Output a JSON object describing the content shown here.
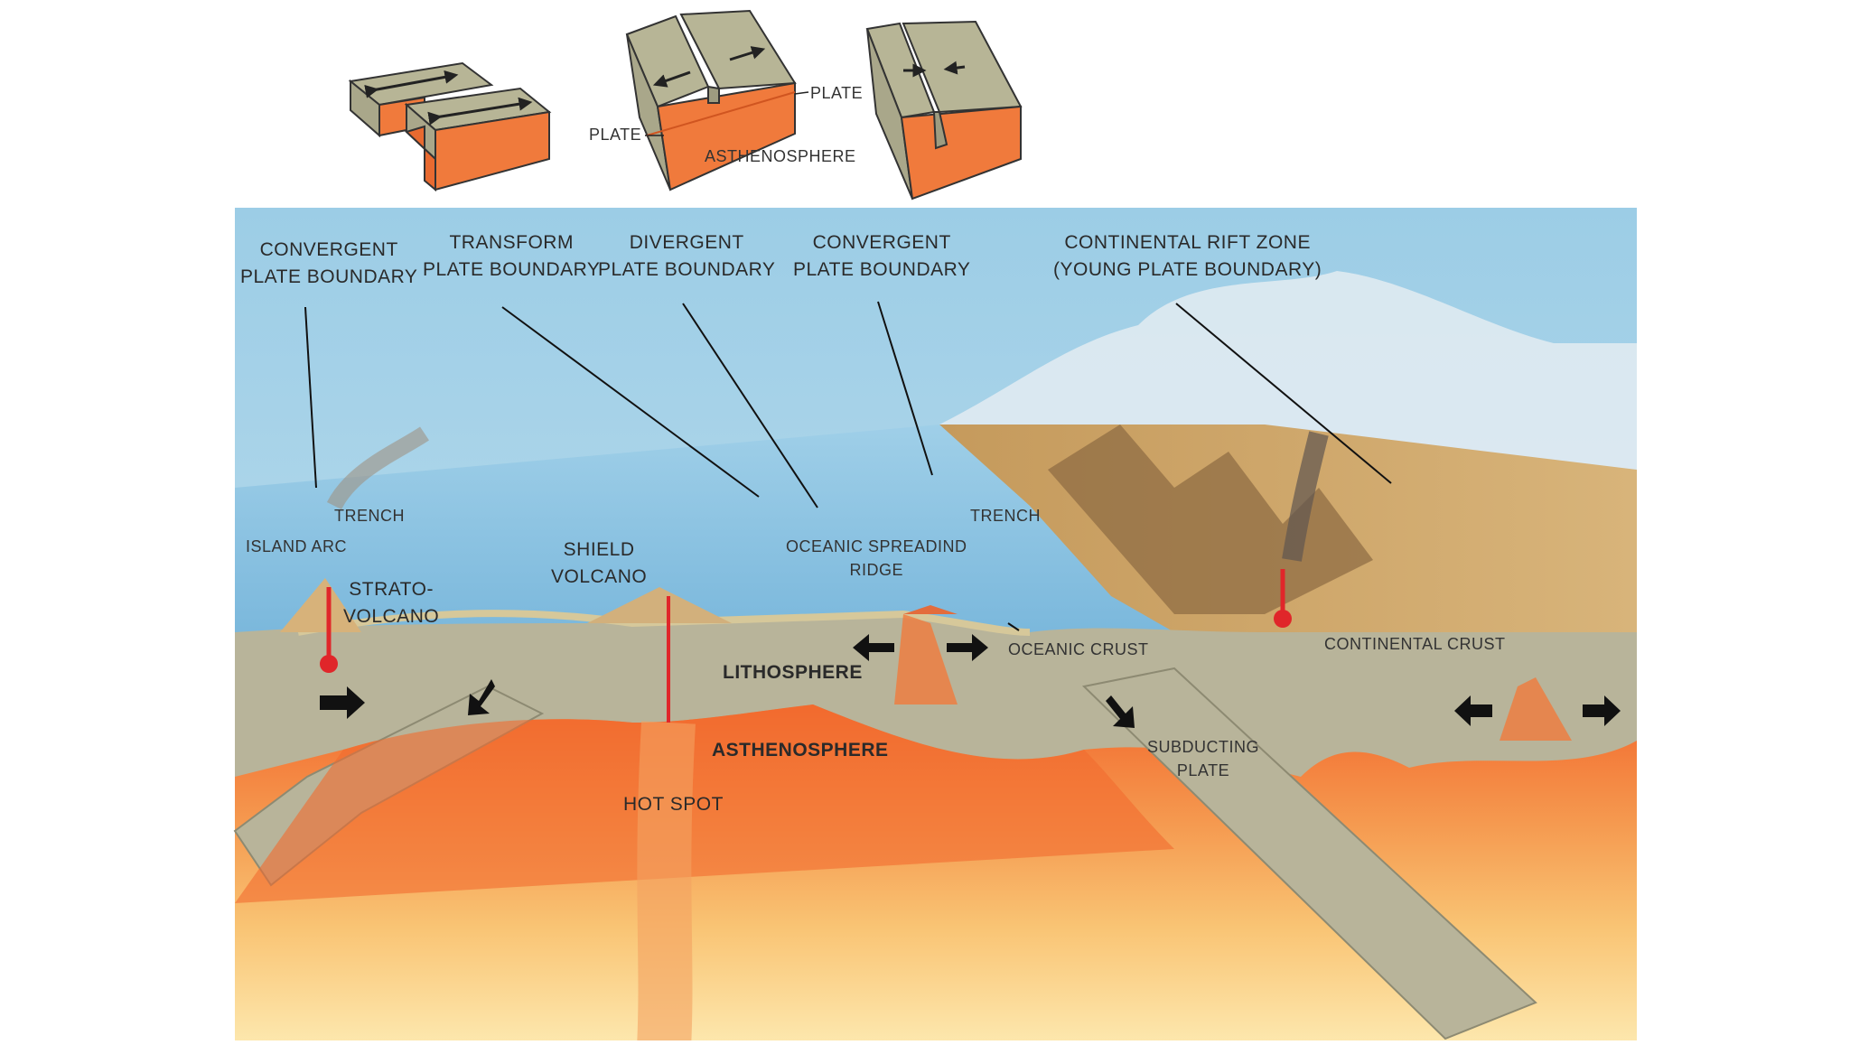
{
  "top_diagrams": {
    "plate": "PLATE",
    "plate_left": "PLATE",
    "asthenosphere": "ASTHENOSPHERE"
  },
  "boundaries": {
    "convergent_left": "CONVERGENT\nPLATE BOUNDARY",
    "transform": "TRANSFORM\nPLATE BOUNDARY",
    "divergent": "DIVERGENT\nPLATE BOUNDARY",
    "convergent_right": "CONVERGENT\nPLATE BOUNDARY",
    "rift": "CONTINENTAL RIFT ZONE\n(YOUNG PLATE BOUNDARY)"
  },
  "features": {
    "trench_left": "TRENCH",
    "island_arc": "ISLAND ARC",
    "stratovolcano": "STRATO-\nVOLCANO",
    "shield_volcano": "SHIELD\nVOLCANO",
    "spreading_ridge": "OCEANIC SPREADIND\nRIDGE",
    "trench_right": "TRENCH",
    "oceanic_crust": "OCEANIC CRUST",
    "continental_crust": "CONTINENTAL CRUST",
    "lithosphere": "LITHOSPHERE",
    "asthenosphere": "ASTHENOSPHERE",
    "subducting_plate": "SUBDUCTING\nPLATE",
    "hot_spot": "HOT SPOT"
  },
  "colors": {
    "sky": "#a8d4ea",
    "ocean": "#8cc4e4",
    "lithosphere": "#b8b49a",
    "asthenosphere": "#f07840",
    "deep_mantle": "#fbd98a",
    "continent": "#c9a468",
    "magma": "#e0262a"
  }
}
